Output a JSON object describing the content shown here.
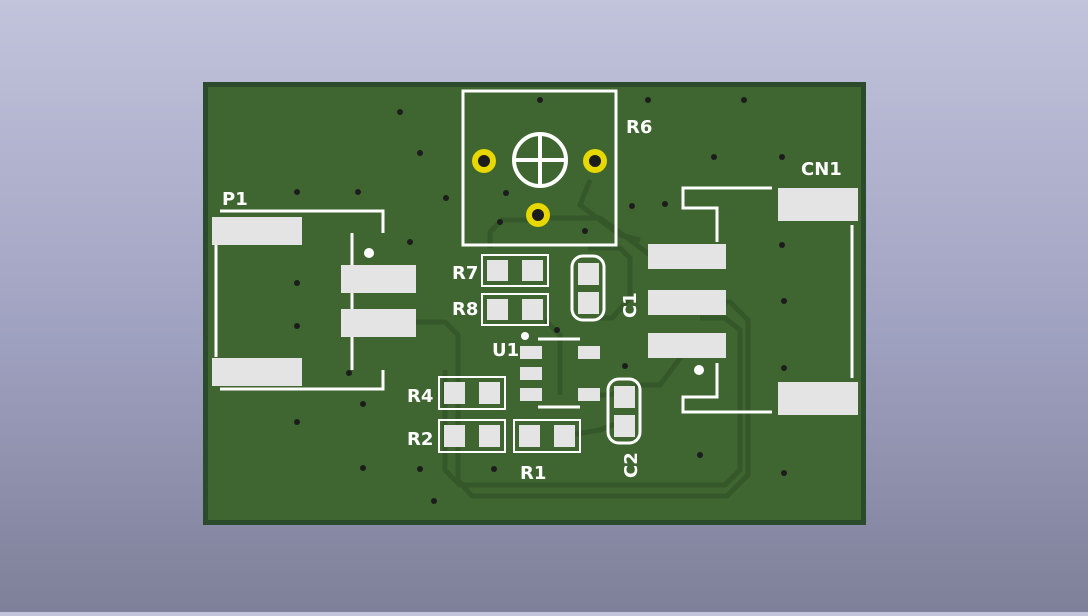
{
  "board": {
    "colors": {
      "background_top": "#c2c4dc",
      "background_bottom": "#7e8099",
      "board_edge": "#2c4a2c",
      "soldermask": "#3f6631",
      "trace": "#345829",
      "silkscreen": "#ffffff",
      "pad": "#e4e4e4",
      "through_hole_ring": "#e6d800",
      "drill": "#1c1c1c"
    }
  },
  "labels": {
    "P1": "P1",
    "R6": "R6",
    "CN1": "CN1",
    "R7": "R7",
    "R8": "R8",
    "U1": "U1",
    "C1": "C1",
    "R4": "R4",
    "R2": "R2",
    "R1": "R1",
    "C2": "C2"
  }
}
